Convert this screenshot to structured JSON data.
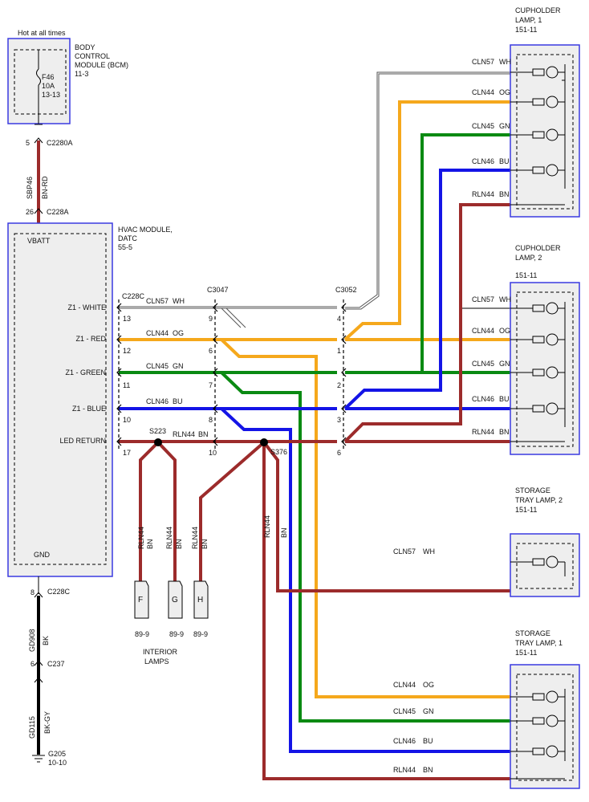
{
  "bcm": {
    "hot_label": "Hot at all times",
    "title_lines": [
      "BODY",
      "CONTROL",
      "MODULE (BCM)",
      "11-3"
    ],
    "fuse_lines": [
      "F46",
      "10A",
      "13-13"
    ]
  },
  "top_conn": {
    "pin_top": "5",
    "name_top": "C2280A",
    "wire_code": "SBP46",
    "wire_color": "BN-RD",
    "pin_bottom": "26",
    "name_bottom": "C228A"
  },
  "hvac": {
    "title_lines": [
      "HVAC MODULE,",
      "DATC",
      "55-5"
    ],
    "vbatt": "VBATT",
    "gnd": "GND",
    "rows": [
      {
        "label": "Z1 - WHITE",
        "pin": "13",
        "circuit": "CLN57",
        "color": "WH",
        "pin_3047": "9",
        "pin_3052": "4"
      },
      {
        "label": "Z1 - RED",
        "pin": "12",
        "circuit": "CLN44",
        "color": "OG",
        "pin_3047": "6",
        "pin_3052": "1"
      },
      {
        "label": "Z1 - GREEN",
        "pin": "11",
        "circuit": "CLN45",
        "color": "GN",
        "pin_3047": "7",
        "pin_3052": "2"
      },
      {
        "label": "Z1 - BLUE",
        "pin": "10",
        "circuit": "CLN46",
        "color": "BU",
        "pin_3047": "8",
        "pin_3052": "3"
      },
      {
        "label": "LED RETURN",
        "pin": "17",
        "circuit": "RLN44",
        "color": "BN",
        "pin_3047": "10",
        "pin_3052": "6"
      }
    ],
    "conn_228c": "C228C"
  },
  "connectors": {
    "c3047": "C3047",
    "c3052": "C3052"
  },
  "splices": {
    "s223": "S223",
    "s376": "S376"
  },
  "interior": {
    "wire_code": "RLN44",
    "wire_color": "BN",
    "labels": [
      "F",
      "G",
      "H"
    ],
    "refs": [
      "89-9",
      "89-9",
      "89-9"
    ],
    "caption_lines": [
      "INTERIOR",
      "LAMPS"
    ]
  },
  "cup1": {
    "title_lines": [
      "CUPHOLDER",
      "LAMP, 1",
      "151-11"
    ],
    "wires": [
      [
        "CLN57",
        "WH"
      ],
      [
        "CLN44",
        "OG"
      ],
      [
        "CLN45",
        "GN"
      ],
      [
        "CLN46",
        "BU"
      ],
      [
        "RLN44",
        "BN"
      ]
    ]
  },
  "cup2": {
    "title_lines": [
      "CUPHOLDER",
      "LAMP, 2",
      "151-11"
    ],
    "wires": [
      [
        "CLN57",
        "WH"
      ],
      [
        "CLN44",
        "OG"
      ],
      [
        "CLN45",
        "GN"
      ],
      [
        "CLN46",
        "BU"
      ],
      [
        "RLN44",
        "BN"
      ]
    ]
  },
  "tray2": {
    "title_lines": [
      "STORAGE",
      "TRAY LAMP, 2",
      "151-11"
    ],
    "wire": [
      "CLN57",
      "WH"
    ]
  },
  "tray1": {
    "title_lines": [
      "STORAGE",
      "TRAY LAMP, 1",
      "151-11"
    ],
    "wires": [
      [
        "CLN44",
        "OG"
      ],
      [
        "CLN45",
        "GN"
      ],
      [
        "CLN46",
        "BU"
      ],
      [
        "RLN44",
        "BN"
      ]
    ]
  },
  "ground": {
    "pin_a": "8",
    "conn_a": "C228C",
    "wire1_code": "GD908",
    "wire1_color": "BK",
    "pin_b": "6",
    "conn_b": "C237",
    "wire2_code": "GD115",
    "wire2_color": "BK-GY",
    "ground_name": "G205",
    "ground_ref": "10-10"
  },
  "colors": {
    "orange": "#f5a81c",
    "green": "#0a8a12",
    "blue": "#1414e6",
    "brown": "#9c2b2b",
    "frame": "#3a3ae0",
    "module_fill": "#eeeeee"
  }
}
